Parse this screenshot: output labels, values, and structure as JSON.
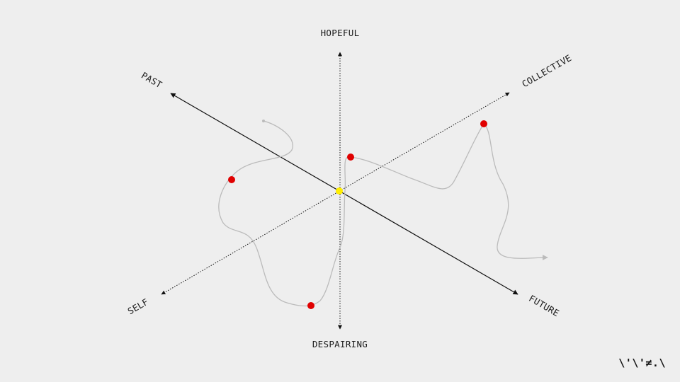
{
  "axes": {
    "hopeful": "HOPEFUL",
    "despairing": "DESPAIRING",
    "past": "PAST",
    "future": "FUTURE",
    "collective": "COLLECTIVE",
    "self": "SELF"
  },
  "logo": "\\'\\'≠.\\",
  "colors": {
    "background": "#eeeeee",
    "axis": "#111111",
    "path": "#bbbbbb",
    "marker": "#e00000",
    "origin": "#ffee00"
  }
}
